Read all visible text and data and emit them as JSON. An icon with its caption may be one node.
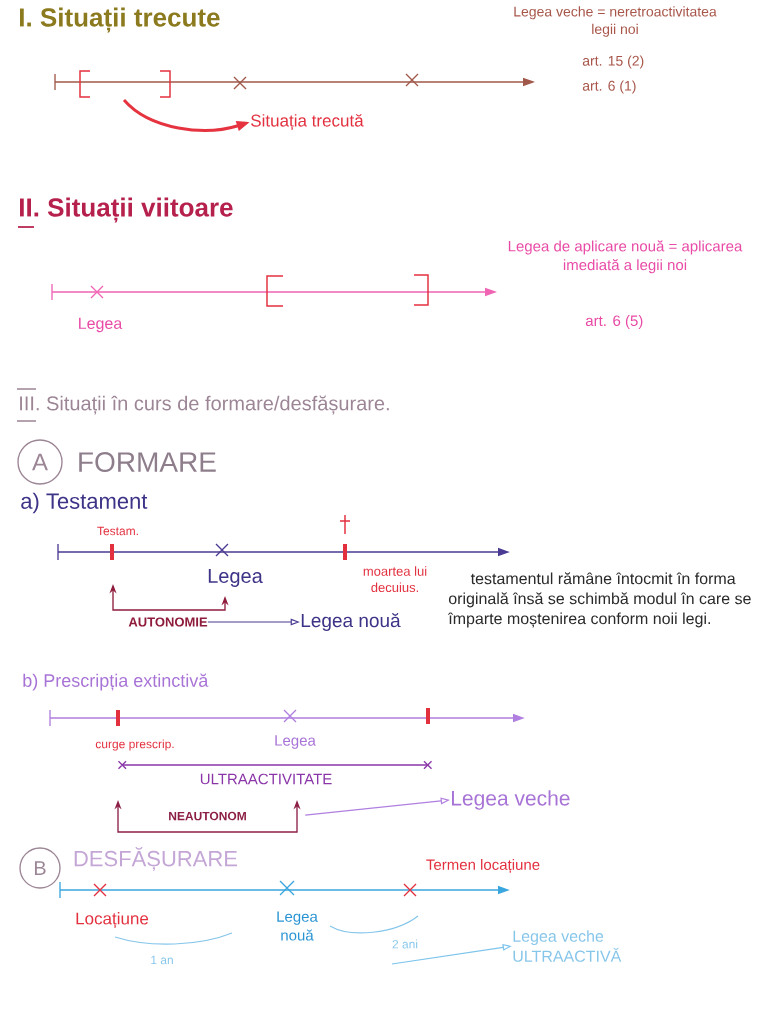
{
  "diagram": {
    "nodes": [
      {
        "text": [
          "Situația trecută"
        ]
      },
      {
        "text": [
          "A"
        ],
        "beside": [
          "FORMARE"
        ]
      },
      {
        "text": [
          "AUTONOMIE"
        ]
      },
      {
        "text": [
          "Legea nouă"
        ]
      },
      {
        "text": [
          "NEAUTONOM"
        ]
      },
      {
        "text": [
          "Legea veche"
        ]
      },
      {
        "text": [
          "B"
        ],
        "beside": [
          "DESFĂȘURARE"
        ]
      },
      {
        "text": [
          "Legea veche ULTRAACTIVĂ"
        ]
      }
    ],
    "edges": [
      {
        "from": null,
        "to": 0,
        "arrow": "to",
        "style": "thick",
        "color": "#e5333f"
      },
      {
        "from": 2,
        "to": 3,
        "arrow": "to",
        "color": "#4b3a92"
      },
      {
        "from": 4,
        "to": 5,
        "arrow": "to",
        "color": "#b07fe0"
      },
      {
        "from": null,
        "to": 7,
        "arrow": "to",
        "color": "#7cc4ec"
      }
    ],
    "labels": [
      "I. Situații trecute",
      "Legea veche = neretroactivitatea legii noi",
      "art. 15 (2)",
      "art. 6 (1)",
      "II. Situații viitoare",
      "Legea de aplicare nouă = aplicarea imediată a legii noi",
      "Legea",
      "art. 6 (5)",
      "III. Situații în curs de formare/desfășurare.",
      "a) Testament",
      "Testam.",
      "Legea",
      "moartea lui decuius.",
      "testamentul rămâne întocmit în forma originală însă se schimbă modul în care se împarte moștenirea conform noii legi.",
      "b) Prescripția extinctivă",
      "curge prescrip.",
      "Legea",
      "ULTRAACTIVITATE",
      "Termen locațiune",
      "Locațiune",
      "Legea nouă",
      "2 ani",
      "1 an"
    ]
  }
}
